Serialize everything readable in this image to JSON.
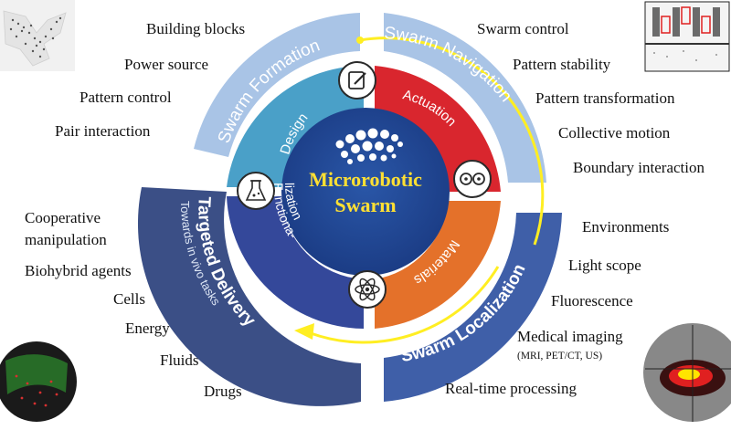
{
  "center": {
    "line1": "Microrobotic",
    "line2": "Swarm"
  },
  "outer_ring": {
    "formation": "Swarm Formation",
    "navigation": "Swarm Navigation",
    "localization": "Swarm Localization",
    "delivery": "Targeted Delivery",
    "delivery_sub": "Towards in vivo tasks"
  },
  "inner_ring": {
    "design": "Design",
    "actuation": "Actuation",
    "materials": "Materials",
    "functionalization_1": "Functiona-",
    "functionalization_2": "lization"
  },
  "labels": {
    "formation": [
      "Building blocks",
      "Power source",
      "Pattern control",
      "Pair interaction"
    ],
    "navigation": [
      "Swarm control",
      "Pattern stability",
      "Pattern transformation",
      "Collective motion",
      "Boundary interaction"
    ],
    "localization": [
      "Environments",
      "Light scope",
      "Fluorescence",
      "Medical imaging",
      "(MRI, PET/CT, US)",
      "Real-time processing"
    ],
    "delivery": [
      "Cooperative",
      "manipulation",
      "Biohybrid agents",
      "Cells",
      "Energy",
      "Fluids",
      "Drugs"
    ]
  },
  "colors": {
    "formation": "#a9c4e6",
    "navigation": "#a9c4e6",
    "localization": "#3f5fa8",
    "delivery": "#3b4f86",
    "design": "#4aa0c8",
    "actuation": "#d9262e",
    "materials": "#e4712a",
    "functionalization": "#34489a",
    "center": "#1f4592",
    "center_text": "#ffe033",
    "arrow": "#ffee22"
  }
}
